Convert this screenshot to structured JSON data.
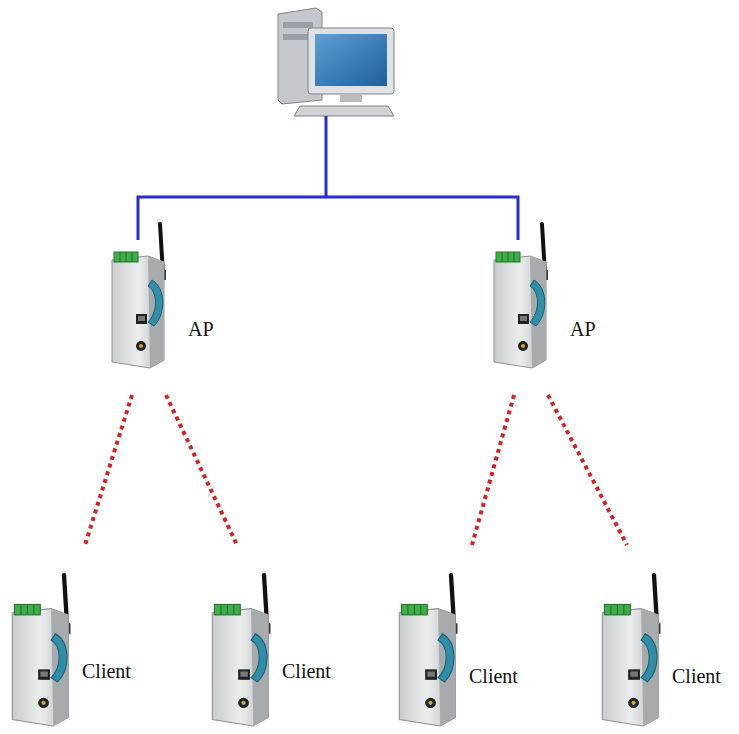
{
  "diagram": {
    "nodes": [
      {
        "text": [
          "AP"
        ]
      },
      {
        "text": [
          "AP"
        ]
      },
      {
        "text": [
          "Client"
        ]
      },
      {
        "text": [
          "Client"
        ]
      },
      {
        "text": [
          "Client"
        ]
      },
      {
        "text": [
          "Client"
        ]
      }
    ],
    "edges": [
      {
        "from": 0,
        "to": 2,
        "arrow": "none"
      },
      {
        "from": 0,
        "to": 3,
        "arrow": "none"
      },
      {
        "from": 1,
        "to": 4,
        "arrow": "none"
      },
      {
        "from": 1,
        "to": 5,
        "arrow": "none"
      }
    ]
  }
}
